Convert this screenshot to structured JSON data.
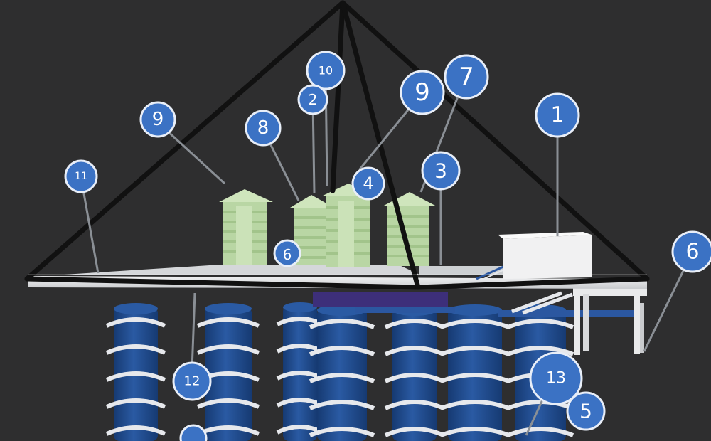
{
  "callouts": [
    {
      "label": "10"
    },
    {
      "label": "2"
    },
    {
      "label": "9"
    },
    {
      "label": "7"
    },
    {
      "label": "9"
    },
    {
      "label": "8"
    },
    {
      "label": "1"
    },
    {
      "label": "11"
    },
    {
      "label": "4"
    },
    {
      "label": "3"
    },
    {
      "label": "6"
    },
    {
      "label": "6"
    },
    {
      "label": "12"
    },
    {
      "label": "13"
    },
    {
      "label": "5"
    }
  ],
  "colors": {
    "background": "#2e2e2f",
    "callout_fill": "#3b72c4",
    "callout_stroke": "#e8eef8",
    "frame": "#111111",
    "deck": "#e9eaeb",
    "tower": "#b9d6a4",
    "column": "#1f4a8c",
    "coil": "#e6e8ec"
  }
}
